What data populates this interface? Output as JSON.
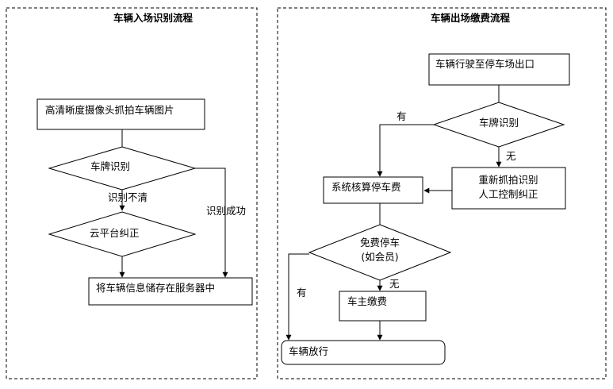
{
  "entry": {
    "title": "车辆入场识别流程",
    "capture_box": "高清晰度摄像头抓拍车辆图片",
    "plate_decision": "车牌识别",
    "unclear_label": "识别不清",
    "success_label": "识别成功",
    "cloud_decision": "云平台纠正",
    "store_box": "将车辆信息储存在服务器中"
  },
  "exit": {
    "title": "车辆出场缴费流程",
    "drive_box": "车辆行驶至停车场出口",
    "plate_decision": "车牌识别",
    "yes_label": "有",
    "no_label": "无",
    "recapture_line1": "重新抓拍识别",
    "recapture_line2": "人工控制纠正",
    "fee_box": "系统核算停车费",
    "free_line1": "免费停车",
    "free_line2": "(如会员)",
    "free_yes_label": "有",
    "free_no_label": "无",
    "pay_box": "车主缴费",
    "release_box": "车辆放行"
  }
}
